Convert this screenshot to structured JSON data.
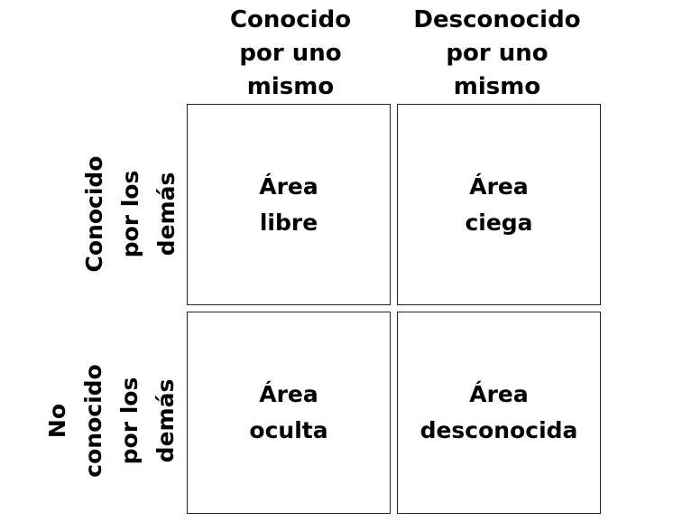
{
  "columns": {
    "known_to_self": [
      "Conocido",
      "por uno",
      "mismo"
    ],
    "unknown_to_self": [
      "Desconocido",
      "por uno",
      "mismo"
    ]
  },
  "rows": {
    "known_to_others": [
      "Conocido",
      "por los",
      "demás"
    ],
    "unknown_to_others": [
      "No",
      "conocido",
      "por los",
      "demás"
    ]
  },
  "quadrants": {
    "open": [
      "Área",
      "libre"
    ],
    "blind": [
      "Área",
      "ciega"
    ],
    "hidden": [
      "Área",
      "oculta"
    ],
    "unknown": [
      "Área",
      "desconocida"
    ]
  }
}
